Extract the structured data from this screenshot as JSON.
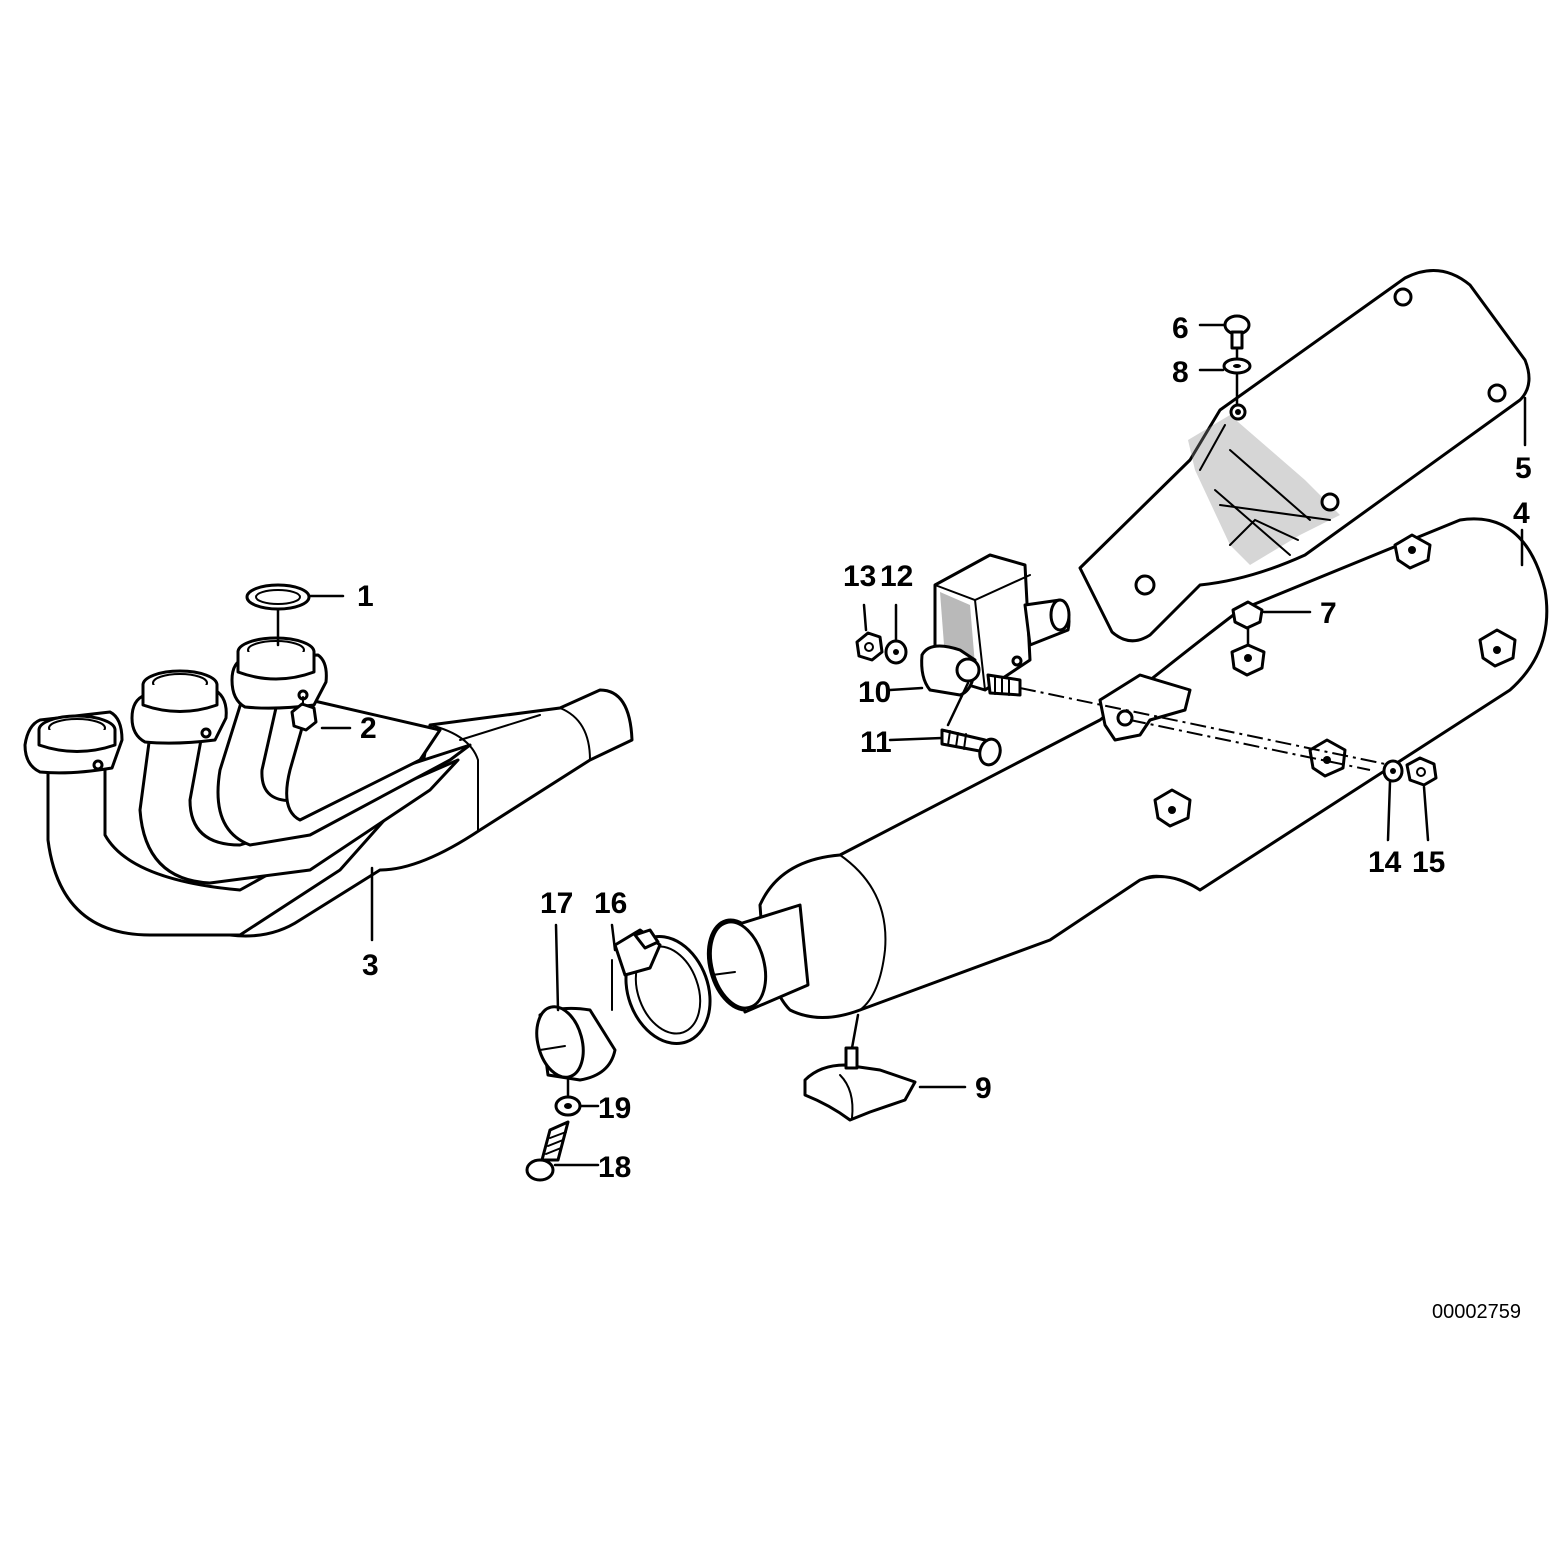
{
  "diagram": {
    "callouts": {
      "c1": "1",
      "c2": "2",
      "c3": "3",
      "c4": "4",
      "c5": "5",
      "c6": "6",
      "c7": "7",
      "c8": "8",
      "c9": "9",
      "c10": "10",
      "c11": "11",
      "c12": "12",
      "c13": "13",
      "c14": "14",
      "c15": "15",
      "c16": "16",
      "c17": "17",
      "c18": "18",
      "c19": "19"
    },
    "drawing_number": "00002759"
  }
}
